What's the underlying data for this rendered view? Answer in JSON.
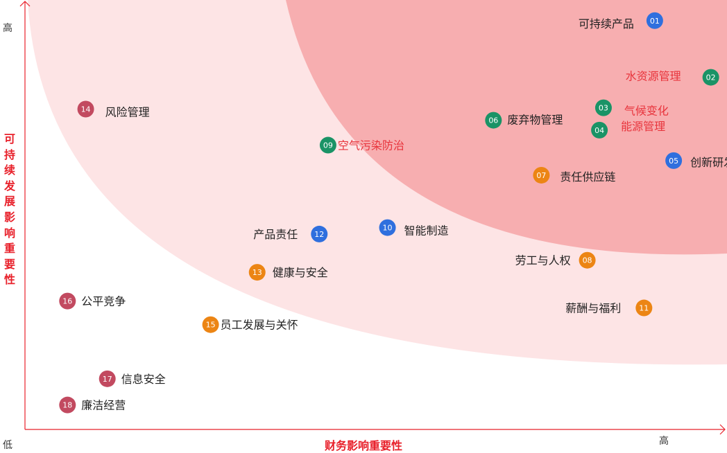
{
  "chart_data": {
    "type": "scatter",
    "ylabel": "可持续发展影响重要性",
    "xlabel": "财务影响重要性",
    "y_high": "高",
    "y_low": "低",
    "x_high": "高",
    "colors": {
      "blue": "#2f6fde",
      "green": "#1a9366",
      "orange": "#ec8514",
      "crimson": "#c24a60",
      "label_dark": "#222222",
      "label_red": "#e8343c",
      "axis": "#e8202a",
      "zone_high": "#f7aeb0",
      "zone_mid": "#fde4e5"
    },
    "zones": [
      "high",
      "medium",
      "low"
    ],
    "points": [
      {
        "id": "01",
        "label": "可持续产品",
        "x": 9.33,
        "y": 9.52,
        "color": "blue",
        "label_color": "dark"
      },
      {
        "id": "02",
        "label": "水资源管理",
        "x": 10.16,
        "y": 8.2,
        "color": "green",
        "label_color": "red"
      },
      {
        "id": "03",
        "label": "气候变化",
        "x": 8.57,
        "y": 7.49,
        "color": "green",
        "label_color": "red"
      },
      {
        "id": "04",
        "label": "能源管理",
        "x": 8.51,
        "y": 6.97,
        "color": "green",
        "label_color": "red"
      },
      {
        "id": "05",
        "label": "创新研发",
        "x": 9.61,
        "y": 6.26,
        "color": "blue",
        "label_color": "dark"
      },
      {
        "id": "06",
        "label": "废弃物管理",
        "x": 6.94,
        "y": 7.2,
        "color": "green",
        "label_color": "dark"
      },
      {
        "id": "07",
        "label": "责任供应链",
        "x": 7.65,
        "y": 5.92,
        "color": "orange",
        "label_color": "dark"
      },
      {
        "id": "08",
        "label": "劳工与人权",
        "x": 8.33,
        "y": 3.94,
        "color": "orange",
        "label_color": "dark"
      },
      {
        "id": "09",
        "label": "空气污染防治",
        "x": 4.49,
        "y": 6.62,
        "color": "green",
        "label_color": "red"
      },
      {
        "id": "10",
        "label": "智能制造",
        "x": 5.37,
        "y": 4.7,
        "color": "blue",
        "label_color": "dark"
      },
      {
        "id": "11",
        "label": "薪酬与福利",
        "x": 9.17,
        "y": 2.83,
        "color": "orange",
        "label_color": "dark"
      },
      {
        "id": "12",
        "label": "产品责任",
        "x": 4.36,
        "y": 4.55,
        "color": "blue",
        "label_color": "dark"
      },
      {
        "id": "13",
        "label": "健康与安全",
        "x": 3.44,
        "y": 3.66,
        "color": "orange",
        "label_color": "dark"
      },
      {
        "id": "14",
        "label": "风险管理",
        "x": 0.9,
        "y": 7.46,
        "color": "crimson",
        "label_color": "dark"
      },
      {
        "id": "15",
        "label": "员工发展与关怀",
        "x": 2.75,
        "y": 2.44,
        "color": "orange",
        "label_color": "dark"
      },
      {
        "id": "16",
        "label": "公平竞争",
        "x": 0.63,
        "y": 2.99,
        "color": "crimson",
        "label_color": "dark"
      },
      {
        "id": "17",
        "label": "信息安全",
        "x": 1.22,
        "y": 1.18,
        "color": "crimson",
        "label_color": "dark"
      },
      {
        "id": "18",
        "label": "廉洁经营",
        "x": 0.63,
        "y": 0.57,
        "color": "crimson",
        "label_color": "dark"
      }
    ]
  }
}
